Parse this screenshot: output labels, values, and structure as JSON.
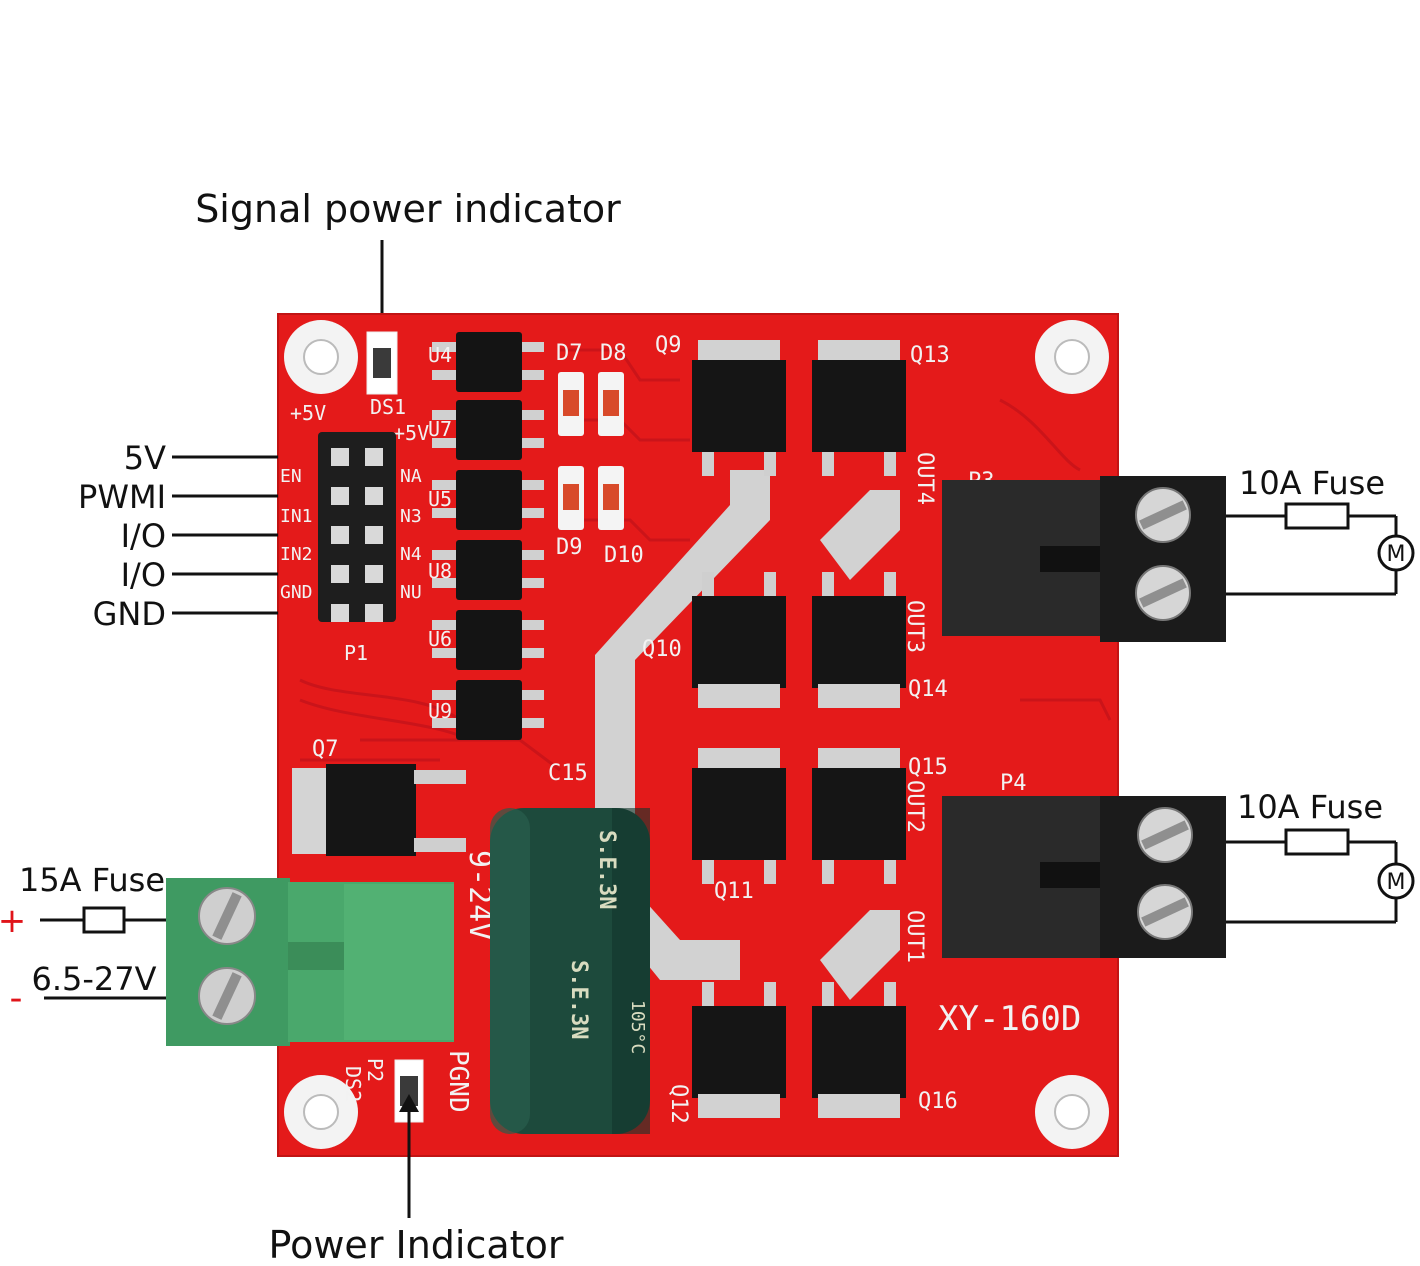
{
  "labels": {
    "signal_power_indicator": "Signal power indicator",
    "power_indicator": "Power Indicator",
    "fuse_15a": "15A Fuse",
    "fuse_10a_top": "10A Fuse",
    "fuse_10a_bottom": "10A Fuse",
    "voltage_range": "6.5-27V",
    "plus": "+",
    "minus": "-",
    "motor_symbol": "M"
  },
  "pins": [
    {
      "label": "5V"
    },
    {
      "label": "PWMI"
    },
    {
      "label": "I/O"
    },
    {
      "label": "I/O"
    },
    {
      "label": "GND"
    }
  ],
  "board": {
    "model": "XY-160D",
    "silkscreen": {
      "ds1": "DS1",
      "ds2": "DS2",
      "p1": "P1",
      "p2": "P2",
      "p4": "P4",
      "p3": "P3",
      "plus5v_left": "+5V",
      "plus5v_right": "+5V",
      "pgnd": "PGND",
      "vrange": "9-24V",
      "c15": "C15",
      "q7": "Q7",
      "q9": "Q9",
      "q10": "Q10",
      "q11": "Q11",
      "q12": "Q12",
      "q13": "Q13",
      "q14": "Q14",
      "q15": "Q15",
      "q16": "Q16",
      "out1": "OUT1",
      "out2": "OUT2",
      "out3": "OUT3",
      "out4": "OUT4",
      "d7": "D7",
      "d8": "D8",
      "d9": "D9",
      "d10": "D10",
      "en_left": "EN",
      "in1": "IN1",
      "in2": "IN2",
      "gnd_left": "GND",
      "na": "NA",
      "n3": "N3",
      "n4": "N4",
      "nu": "NU",
      "u4": "U4",
      "u7": "U7",
      "u5": "U5",
      "u8": "U8",
      "u6": "U6",
      "u9": "U9"
    },
    "capacitor_text": "S.E.3N",
    "capacitor_rating": "105°C"
  },
  "colors": {
    "pcb": "#e41a1a",
    "pcb_dark": "#b80f12",
    "terminal_green": "#3f9a62",
    "terminal_black": "#1b1b1b",
    "capacitor": "#1d4a3c",
    "mosfet": "#151515",
    "heatsink": "#c9c9c9"
  }
}
